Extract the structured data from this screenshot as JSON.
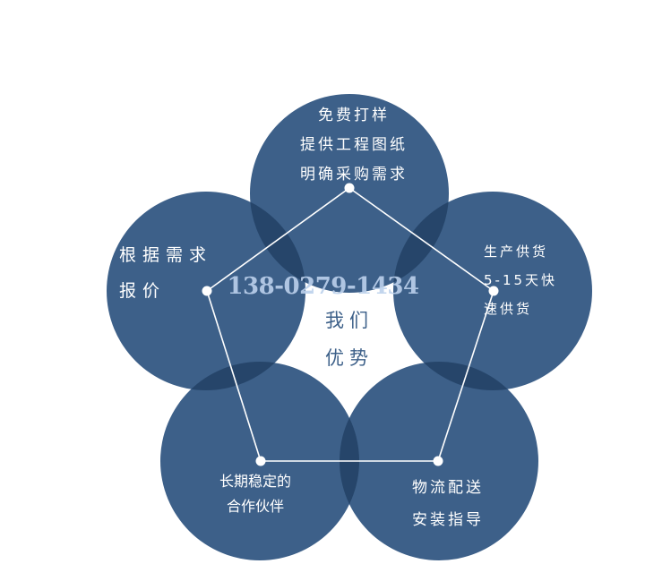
{
  "colors": {
    "circle_fill": "#3d6089",
    "overlap_fill": "#26456a",
    "line_color": "#ffffff",
    "center_text": "#3d6089",
    "watermark": "#bcd1ec",
    "background": "#ffffff"
  },
  "center": {
    "line1": "我们",
    "line2": "优势"
  },
  "nodes": {
    "top": {
      "lines": [
        "免费打样",
        "提供工程图纸",
        "明确采购需求"
      ]
    },
    "left": {
      "lines": [
        "根据需求",
        "报价"
      ]
    },
    "right": {
      "lines": [
        "生产供货",
        "5-15天快",
        "速供货"
      ]
    },
    "bottom_left": {
      "lines": [
        "长期稳定的",
        "合作伙伴"
      ]
    },
    "bottom_right": {
      "lines": [
        "物流配送",
        "安装指导"
      ]
    }
  },
  "watermark": {
    "text": "138-0279-1434"
  }
}
